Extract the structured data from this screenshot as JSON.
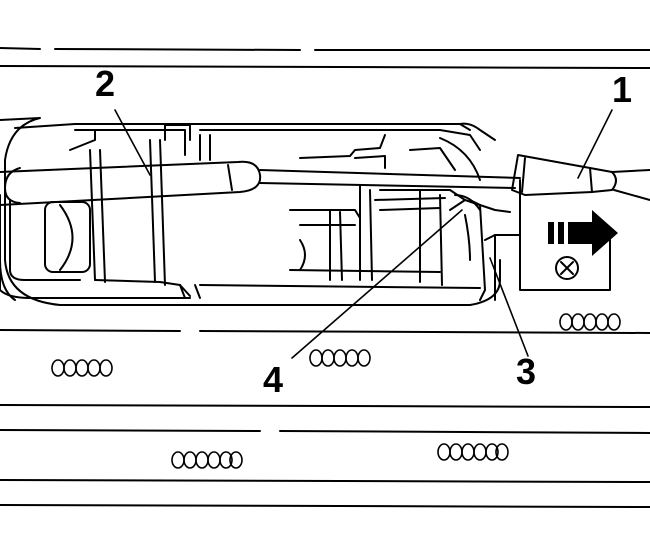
{
  "diagram": {
    "callouts": [
      {
        "id": "c1",
        "label": "1"
      },
      {
        "id": "c2",
        "label": "2"
      },
      {
        "id": "c3",
        "label": "3"
      },
      {
        "id": "c4",
        "label": "4"
      }
    ],
    "colors": {
      "ink": "#000000",
      "paper": "#ffffff"
    },
    "icons": [
      "direction-arrow-icon",
      "screw-icon"
    ]
  }
}
